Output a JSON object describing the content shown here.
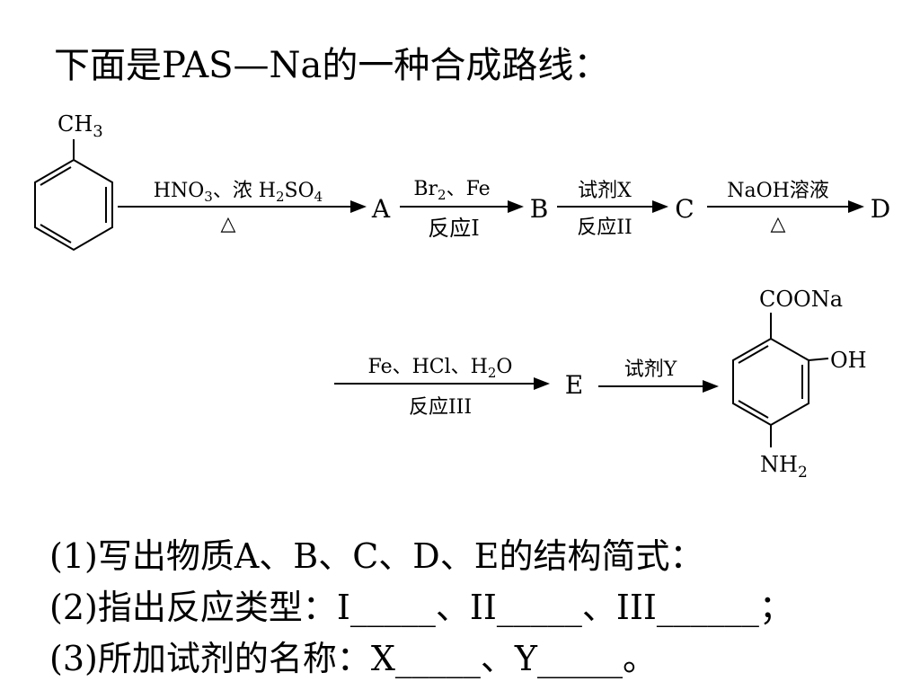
{
  "title": "下面是PAS—Na的一种合成路线：",
  "diagram": {
    "start_substituent": "CH3",
    "steps": [
      {
        "reagent_top": "HNO3、浓 H2SO4",
        "reagent_bottom": "△",
        "product": "A"
      },
      {
        "reagent_top": "Br2、Fe",
        "reagent_bottom": "反应I",
        "product": "B"
      },
      {
        "reagent_top": "试剂X",
        "reagent_bottom": "反应II",
        "product": "C"
      },
      {
        "reagent_top": "NaOH溶液",
        "reagent_bottom": "△",
        "product": "D"
      },
      {
        "reagent_top": "Fe、HCl、H2O",
        "reagent_bottom": "反应III",
        "product": "E"
      },
      {
        "reagent_top": "试剂Y",
        "reagent_bottom": "",
        "product": ""
      }
    ],
    "final_substituents": {
      "top": "COONa",
      "right": "OH",
      "bottom": "NH2"
    }
  },
  "questions": [
    "(1)写出物质A、B、C、D、E的结构简式：",
    "(2)指出反应类型：I_____、II_____、III______；",
    "(3)所加试剂的名称：X_____、Y_____。"
  ]
}
